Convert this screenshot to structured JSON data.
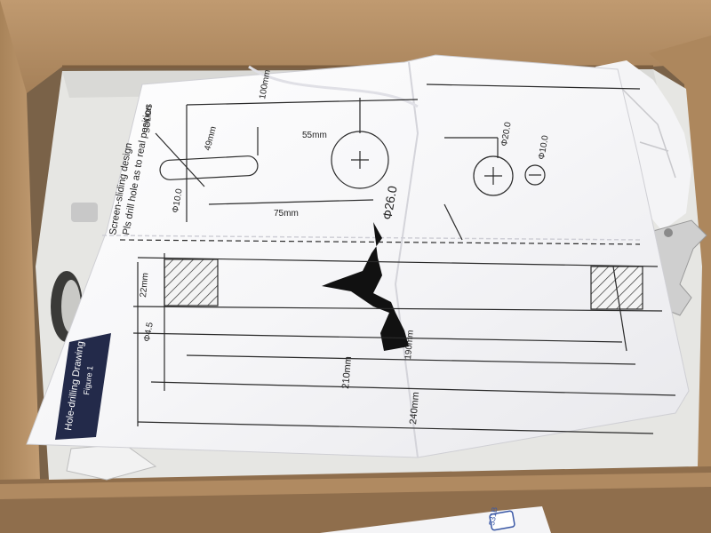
{
  "photo": {
    "colors": {
      "cardboard": "#b58f66",
      "cardboard_shadow": "#8d6c4b",
      "foam": "#e9e9e7",
      "paper": "#f7f7f9",
      "ink": "#2a2a2a",
      "tear": "#101010"
    },
    "drawing": {
      "dimensions": [
        "100mm",
        "49mm",
        "55mm",
        "75mm",
        "22mm",
        "210mm",
        "240mm",
        "190mm"
      ],
      "diameters": [
        "Φ10.0",
        "Φ26.0",
        "Φ20.0",
        "Φ10.0",
        "Φ4.5"
      ],
      "notes": [
        "Screen-sliding design",
        "Pls drill hole as to real position"
      ],
      "title_block": [
        "Hole-drilling Drawing",
        "Figure 1"
      ],
      "side_label": "SOLIDS"
    },
    "sticker_text": "531B"
  }
}
